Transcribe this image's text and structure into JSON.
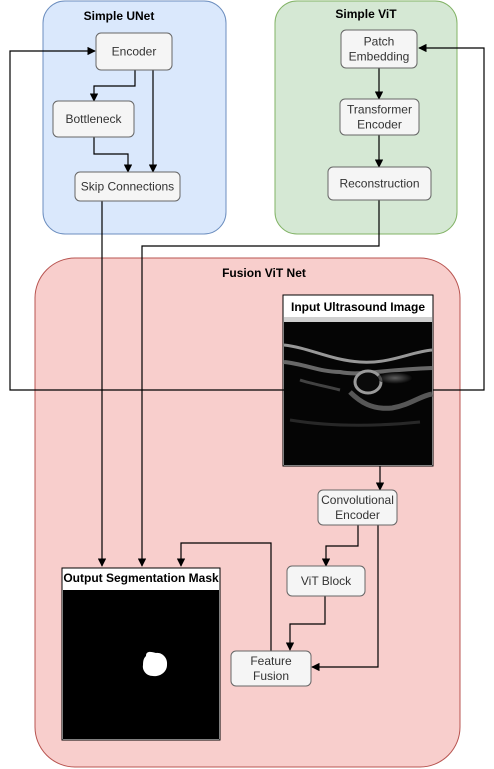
{
  "groups": {
    "unet": {
      "title": "Simple UNet"
    },
    "vit": {
      "title": "Simple ViT"
    },
    "fusion": {
      "title": "Fusion ViT Net"
    }
  },
  "nodes": {
    "encoder": [
      "Encoder"
    ],
    "bottleneck": [
      "Bottleneck"
    ],
    "skip": [
      "Skip Connections"
    ],
    "patch": [
      "Patch",
      "Embedding"
    ],
    "transformer": [
      "Transformer",
      "Encoder"
    ],
    "reconstruction": [
      "Reconstruction"
    ],
    "conv_encoder": [
      "Convolutional",
      "Encoder"
    ],
    "vit_block": [
      "ViT Block"
    ],
    "feature_fusion": [
      "Feature",
      "Fusion"
    ]
  },
  "panels": {
    "input_image": {
      "title": "Input Ultrasound Image"
    },
    "output_mask": {
      "title": "Output Segmentation Mask"
    }
  },
  "colors": {
    "unet_fill": "#dae8fc",
    "unet_stroke": "#6c8ebf",
    "vit_fill": "#d5e8d4",
    "vit_stroke": "#82b366",
    "fusion_fill": "#f8cecc",
    "fusion_stroke": "#b85450",
    "node_fill": "#f5f5f5",
    "node_stroke": "#666666"
  }
}
